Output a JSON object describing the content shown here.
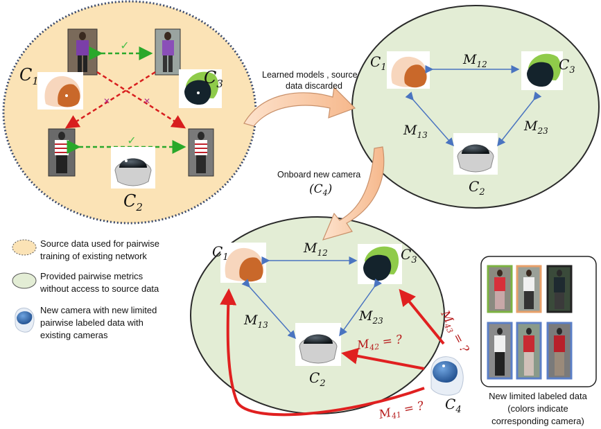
{
  "diagram": {
    "cameras": {
      "c1": {
        "sym": "C",
        "sub": "1"
      },
      "c2": {
        "sym": "C",
        "sub": "2"
      },
      "c3": {
        "sym": "C",
        "sub": "3"
      },
      "c4": {
        "sym": "C",
        "sub": "4"
      }
    },
    "metrics": {
      "m12": {
        "sym": "M",
        "sub": "12"
      },
      "m13": {
        "sym": "M",
        "sub": "13"
      },
      "m23": {
        "sym": "M",
        "sub": "23"
      },
      "m41": {
        "sym": "M",
        "sub": "41",
        "suffix": " = ?"
      },
      "m42": {
        "sym": "M",
        "sub": "42",
        "suffix": " = ?"
      },
      "m43": {
        "sym": "M",
        "sub": "43",
        "suffix": " = ?"
      }
    },
    "arrow_labels": {
      "learned_line1": "Learned models , source",
      "learned_line2": "data discarded",
      "onboard": "Onboard new camera",
      "onboard_sym": "(C",
      "onboard_sub": "4",
      "onboard_close": ")"
    },
    "legend": [
      {
        "line1": "Source data used for pairwise",
        "line2": "training of existing network",
        "line3": ""
      },
      {
        "line1": "Provided pairwise metrics",
        "line2": "without access to source data",
        "line3": ""
      },
      {
        "line1": "New camera with new limited",
        "line2": "pairwise labeled data with",
        "line3": "existing cameras"
      }
    ],
    "new_data_caption": [
      "New limited labeled data",
      "(colors  indicate",
      "corresponding camera)"
    ],
    "marks": {
      "check": "✓",
      "cross": "✕"
    },
    "colors": {
      "cam1": "#e8a06a",
      "cam2": "#5a7fc4",
      "cam3": "#222222",
      "cam_orange_border": "#e8a06a",
      "cam_green_border": "#7cb342",
      "cam_blue_border": "#5b7fc7",
      "cam_black_border": "#222222",
      "red": "#e02020",
      "source_fill": "#fbe3b6",
      "metric_fill": "#e3edd5"
    }
  }
}
